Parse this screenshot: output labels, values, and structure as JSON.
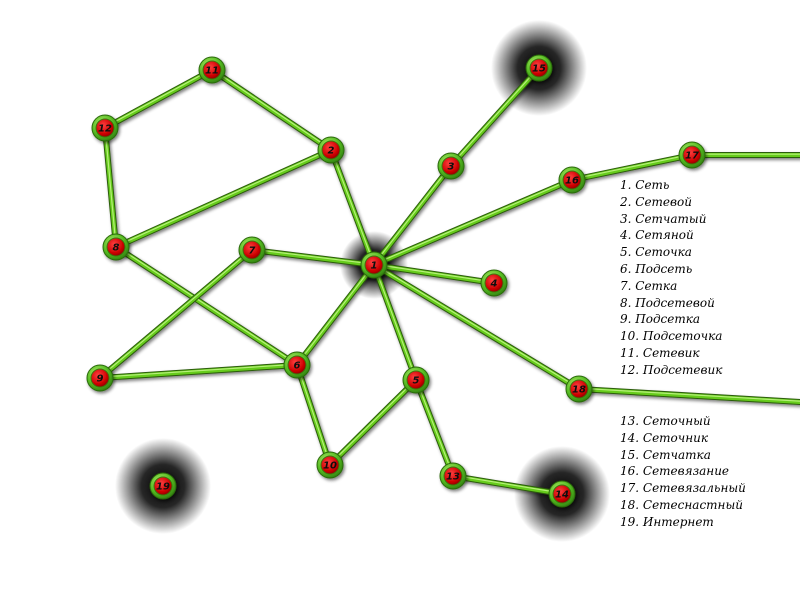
{
  "colors": {
    "edge": "#66cc1a",
    "edge_dark": "#2c5c08",
    "node_ring": "#55bb22",
    "node_fill": "#cc0000",
    "shadow": "#000000"
  },
  "nodes": [
    {
      "id": "1",
      "label": "1"
    },
    {
      "id": "2",
      "label": "2"
    },
    {
      "id": "3",
      "label": "3"
    },
    {
      "id": "4",
      "label": "4"
    },
    {
      "id": "5",
      "label": "5"
    },
    {
      "id": "6",
      "label": "6"
    },
    {
      "id": "7",
      "label": "7"
    },
    {
      "id": "8",
      "label": "8"
    },
    {
      "id": "9",
      "label": "9"
    },
    {
      "id": "10",
      "label": "10"
    },
    {
      "id": "11",
      "label": "11"
    },
    {
      "id": "12",
      "label": "12"
    },
    {
      "id": "13",
      "label": "13"
    },
    {
      "id": "14",
      "label": "14"
    },
    {
      "id": "15",
      "label": "15"
    },
    {
      "id": "16",
      "label": "16"
    },
    {
      "id": "17",
      "label": "17"
    },
    {
      "id": "18",
      "label": "18"
    },
    {
      "id": "19",
      "label": "19"
    }
  ],
  "edges": [
    [
      "1",
      "2"
    ],
    [
      "1",
      "3"
    ],
    [
      "1",
      "4"
    ],
    [
      "1",
      "5"
    ],
    [
      "1",
      "6"
    ],
    [
      "1",
      "7"
    ],
    [
      "1",
      "16"
    ],
    [
      "1",
      "18"
    ],
    [
      "2",
      "8"
    ],
    [
      "2",
      "11"
    ],
    [
      "11",
      "12"
    ],
    [
      "12",
      "8"
    ],
    [
      "8",
      "6"
    ],
    [
      "7",
      "9"
    ],
    [
      "9",
      "6"
    ],
    [
      "6",
      "10"
    ],
    [
      "10",
      "5"
    ],
    [
      "5",
      "13"
    ],
    [
      "13",
      "14"
    ],
    [
      "3",
      "15"
    ],
    [
      "16",
      "17"
    ],
    [
      "17",
      "edge-right-top"
    ],
    [
      "18",
      "edge-right-bottom"
    ]
  ],
  "legend": {
    "group1": [
      "1. Сеть",
      "2. Сетевой",
      "3. Сетчатый",
      "4. Сетяной",
      "5. Сеточка",
      "6. Подсеть",
      "7. Сетка",
      "8. Подсетевой",
      "9. Подсетка",
      "10. Подсеточка",
      "11. Сетевик",
      "12. Подсетевик"
    ],
    "group2": [
      "13. Сеточный",
      "14. Сеточник",
      "15. Сетчатка",
      "16. Сетевязание",
      "17. Сетевязальный",
      "18. Сетеснастный",
      "19. Интернет"
    ]
  }
}
